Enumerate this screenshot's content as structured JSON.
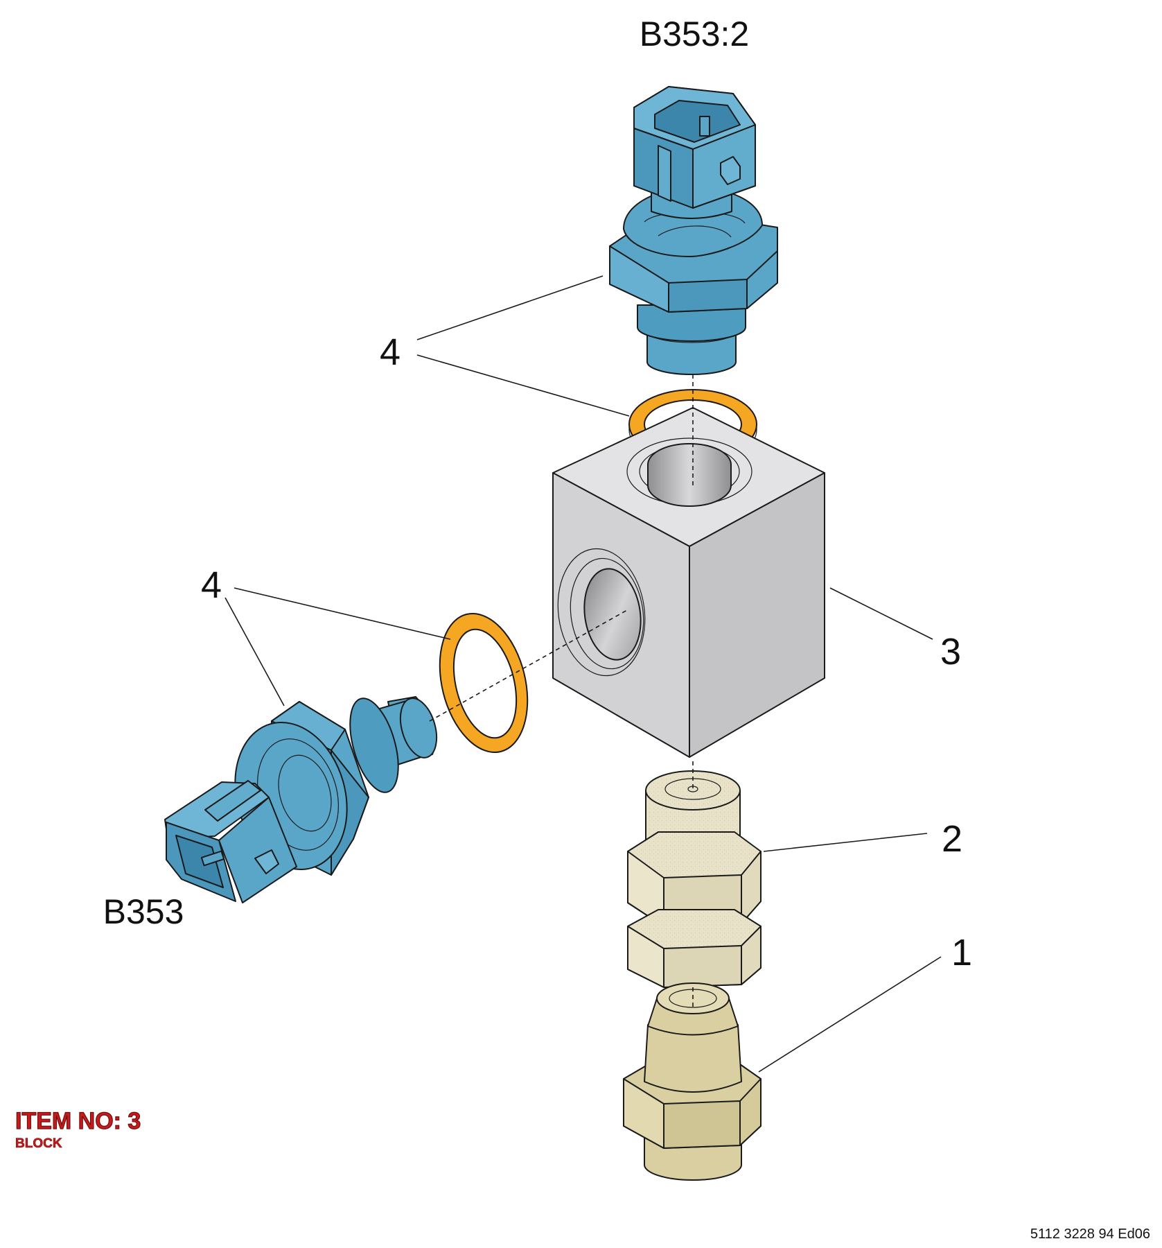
{
  "labels": {
    "top_sensor": "B353:2",
    "side_sensor": "B353"
  },
  "callouts": {
    "washer_top": "4",
    "washer_side": "4",
    "block": "3",
    "nipple": "2",
    "fitting": "1"
  },
  "item_box": {
    "title": "ITEM NO: 3",
    "subtitle": "BLOCK"
  },
  "doc_number": "5112 3228 94 Ed06",
  "colors": {
    "sensor_blue": "#5aa6c9",
    "washer_orange": "#f5a623",
    "block_gray": "#cfcfd1",
    "nipple_beige": "#e6e0c6",
    "fitting_tan": "#d9cfa0",
    "item_red": "#c91b1b"
  }
}
